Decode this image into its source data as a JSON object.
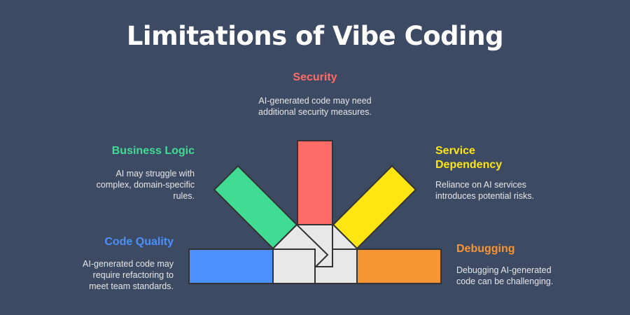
{
  "title": "Limitations of Vibe Coding",
  "items": [
    {
      "key": "security",
      "heading": "Security",
      "text": "AI-generated code may need additional security measures.",
      "color": "#ff6b66"
    },
    {
      "key": "business_logic",
      "heading": "Business Logic",
      "text": "AI may struggle with complex, domain-specific rules.",
      "color": "#40dc94"
    },
    {
      "key": "service_dependency",
      "heading": "Service Dependency",
      "text": "Reliance on AI services introduces potential risks.",
      "color": "#ffe512"
    },
    {
      "key": "code_quality",
      "heading": "Code Quality",
      "text": "AI-generated code may require refactoring to meet team standards.",
      "color": "#4c90fb"
    },
    {
      "key": "debugging",
      "heading": "Debugging",
      "text": "Debugging AI-generated code can be challenging.",
      "color": "#f79535"
    }
  ]
}
